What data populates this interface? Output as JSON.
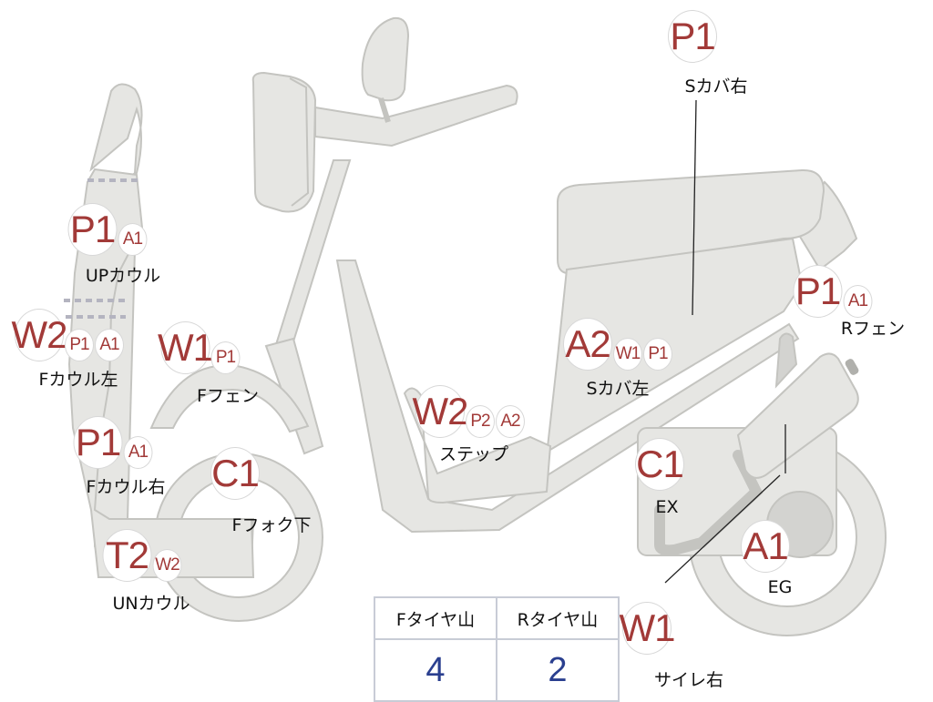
{
  "parts": [
    {
      "id": "up-cowl",
      "label": "UPカウル",
      "badges": [
        {
          "code": "P1",
          "size": "lg"
        },
        {
          "code": "A1",
          "size": "sm"
        }
      ]
    },
    {
      "id": "f-cowl-left",
      "label": "Fカウル左",
      "badges": [
        {
          "code": "W2",
          "size": "lg"
        },
        {
          "code": "P1",
          "size": "sm"
        },
        {
          "code": "A1",
          "size": "sm"
        }
      ]
    },
    {
      "id": "f-cowl-right",
      "label": "Fカウル右",
      "badges": [
        {
          "code": "P1",
          "size": "lg"
        },
        {
          "code": "A1",
          "size": "sm"
        }
      ]
    },
    {
      "id": "un-cowl",
      "label": "UNカウル",
      "badges": [
        {
          "code": "T2",
          "size": "lg"
        },
        {
          "code": "W2",
          "size": "sm"
        }
      ]
    },
    {
      "id": "f-fender",
      "label": "Fフェン",
      "badges": [
        {
          "code": "W1",
          "size": "lg"
        },
        {
          "code": "P1",
          "size": "sm"
        }
      ]
    },
    {
      "id": "f-fork-lower",
      "label": "Fフォク下",
      "badges": [
        {
          "code": "C1",
          "size": "lg"
        }
      ]
    },
    {
      "id": "step",
      "label": "ステップ",
      "badges": [
        {
          "code": "W2",
          "size": "lg"
        },
        {
          "code": "P2",
          "size": "sm"
        },
        {
          "code": "A2",
          "size": "sm"
        }
      ]
    },
    {
      "id": "s-cover-left",
      "label": "Sカバ左",
      "badges": [
        {
          "code": "A2",
          "size": "lg"
        },
        {
          "code": "W1",
          "size": "sm"
        },
        {
          "code": "P1",
          "size": "sm"
        }
      ]
    },
    {
      "id": "s-cover-right",
      "label": "Sカバ右",
      "badges": [
        {
          "code": "P1",
          "size": "lg"
        }
      ]
    },
    {
      "id": "r-fender",
      "label": "Rフェン",
      "badges": [
        {
          "code": "P1",
          "size": "lg"
        },
        {
          "code": "A1",
          "size": "sm"
        }
      ]
    },
    {
      "id": "ex",
      "label": "EX",
      "badges": [
        {
          "code": "C1",
          "size": "lg"
        }
      ]
    },
    {
      "id": "eg",
      "label": "EG",
      "badges": [
        {
          "code": "A1",
          "size": "lg"
        }
      ]
    },
    {
      "id": "muffler-right",
      "label": "サイレ右",
      "badges": [
        {
          "code": "W1",
          "size": "lg"
        }
      ]
    }
  ],
  "tire_table": {
    "headers": [
      "Fタイヤ山",
      "Rタイヤ山"
    ],
    "values": [
      "4",
      "2"
    ]
  },
  "colors": {
    "body_fill": "#e6e6e3",
    "body_stroke": "#c4c4c0",
    "badge_text": "#a23a38",
    "table_value": "#2a3f8f",
    "table_border": "#c8ccd6"
  }
}
